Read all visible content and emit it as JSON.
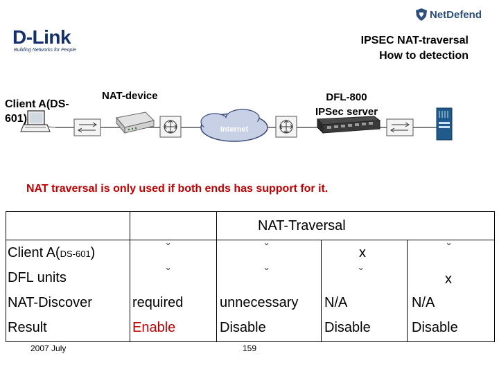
{
  "brand": {
    "logo_text": "D-Link",
    "logo_tagline": "Building Networks for People",
    "product_logo": "NetDefend"
  },
  "title": {
    "line1": "IPSEC NAT-traversal",
    "line2": "How to detection"
  },
  "diagram": {
    "client_label_line1": "Client A(DS-",
    "client_label_line2": "601)",
    "nat_label": "NAT-device",
    "dfl_label_line1": "DFL-800",
    "dfl_label_line2": "IPSec server",
    "cloud_label": "Internet"
  },
  "note": "NAT traversal is only used if both ends has support for it.",
  "table": {
    "header": "NAT-Traversal",
    "rows": [
      {
        "label_main": "Client A(",
        "label_small": "DS-601",
        "label_end": ")",
        "c1": "ˇ",
        "c2": "ˇ",
        "c3": "x",
        "c4": "ˇ"
      },
      {
        "label": "DFL units",
        "c1": "ˇ",
        "c2": "ˇ",
        "c3": "ˇ",
        "c4": "x"
      },
      {
        "label": "NAT-Discover",
        "c1": "required",
        "c2": "unnecessary",
        "c3": "N/A",
        "c4": "N/A"
      },
      {
        "label": "Result",
        "c1": "Enable",
        "c2": "Disable",
        "c3": "Disable",
        "c4": "Disable"
      }
    ]
  },
  "footer": {
    "date": "2007 July",
    "page": "159"
  },
  "colors": {
    "accent_red": "#c00000",
    "brand_navy": "#13306b"
  }
}
